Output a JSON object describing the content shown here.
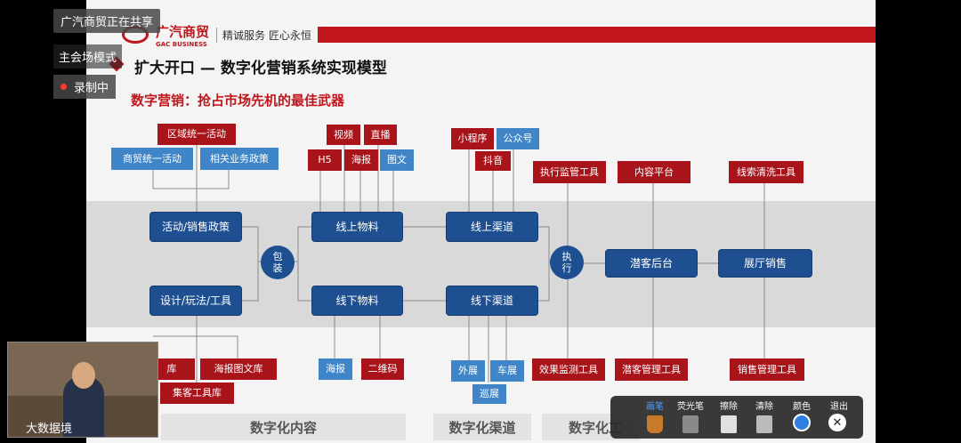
{
  "overlay": {
    "share_status": "广汽商贸正在共享",
    "mode": "主会场模式",
    "recording": "录制中",
    "video_label": "大数据境"
  },
  "slide": {
    "logo_name": "广汽商贸",
    "logo_en": "GAC BUSINESS",
    "logo_slogan": "精诚服务  匠心永恒",
    "title": "扩大开口 — 数字化营销系统实现模型",
    "subtitle": "数字营销：抢占市场先机的最佳武器",
    "boxes": {
      "region_activity": "区域统一活动",
      "trade_activity": "商贸统一活动",
      "related_policy": "相关业务政策",
      "video": "视频",
      "live": "直播",
      "h5": "H5",
      "poster_top": "海报",
      "image_text": "图文",
      "mini_program": "小程序",
      "official_account": "公众号",
      "douyin": "抖音",
      "exec_supervise": "执行监管工具",
      "content_platform": "内容平台",
      "lead_clean": "线索清洗工具",
      "activity_policy": "活动/销售政策",
      "design_tools": "设计/玩法/工具",
      "package": "包装",
      "online_material": "线上物料",
      "offline_material": "线下物料",
      "online_channel": "线上渠道",
      "offline_channel": "线下渠道",
      "execute": "执行",
      "prospect_backend": "潜客后台",
      "showroom_sales": "展厅销售",
      "library": "库",
      "poster_library": "海报图文库",
      "customer_tool_library": "集客工具库",
      "poster_bottom": "海报",
      "qr_code": "二维码",
      "outreach": "外展",
      "auto_show": "车展",
      "touring": "巡展",
      "effect_monitor": "效果监测工具",
      "prospect_mgmt": "潜客管理工具",
      "sales_mgmt": "销售管理工具"
    },
    "footer": {
      "content": "数字化内容",
      "channel": "数字化渠道",
      "tools": "数字化工"
    }
  },
  "toolbar": {
    "pen": "画笔",
    "highlighter": "荧光笔",
    "eraser": "擦除",
    "clear": "清除",
    "color": "颜色",
    "exit": "退出",
    "exit_symbol": "✕"
  },
  "colors": {
    "brand_red": "#a8141a",
    "light_blue": "#3f85c7",
    "navy": "#1d4f91",
    "pen_color": "#2f7fe0"
  }
}
